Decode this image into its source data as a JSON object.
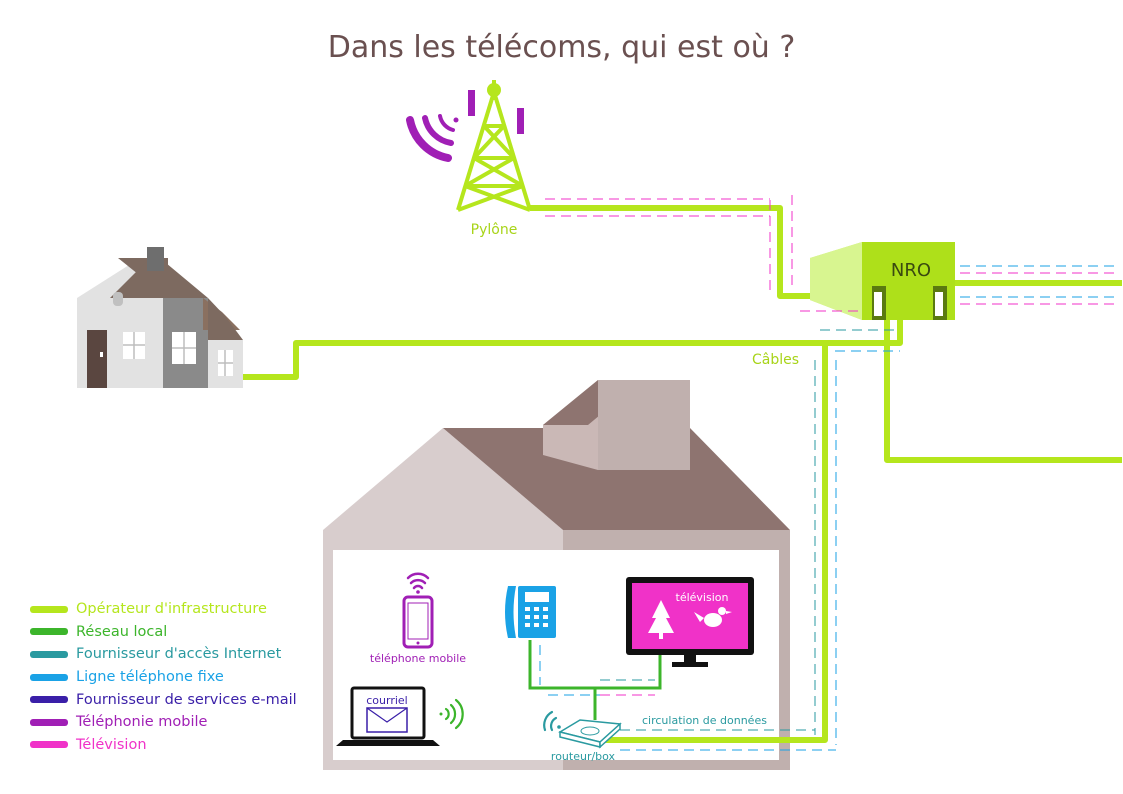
{
  "title": "Dans les télécoms, qui est où ?",
  "labels": {
    "pylone": "Pylône",
    "nro": "NRO",
    "cables": "Câbles",
    "telephone_mobile": "téléphone mobile",
    "television": "télévision",
    "courriel": "courriel",
    "routeur": "routeur/box",
    "circulation": "circulation de données"
  },
  "colors": {
    "infrastructure": "#b5e61d",
    "reseau_local": "#3cb52b",
    "fai": "#2a9aa0",
    "telephone_fixe": "#1aa2e6",
    "email": "#3a1fa8",
    "mobile": "#a01fb5",
    "television": "#f032c8"
  },
  "legend": [
    {
      "label": "Opérateur d'infrastructure",
      "color": "#b5e61d"
    },
    {
      "label": "Réseau local",
      "color": "#3cb52b"
    },
    {
      "label": "Fournisseur d'accès Internet",
      "color": "#2a9aa0"
    },
    {
      "label": "Ligne téléphone fixe",
      "color": "#1aa2e6"
    },
    {
      "label": "Fournisseur de services e-mail",
      "color": "#3a1fa8"
    },
    {
      "label": "Téléphonie mobile",
      "color": "#a01fb5"
    },
    {
      "label": "Télévision",
      "color": "#f032c8"
    }
  ]
}
